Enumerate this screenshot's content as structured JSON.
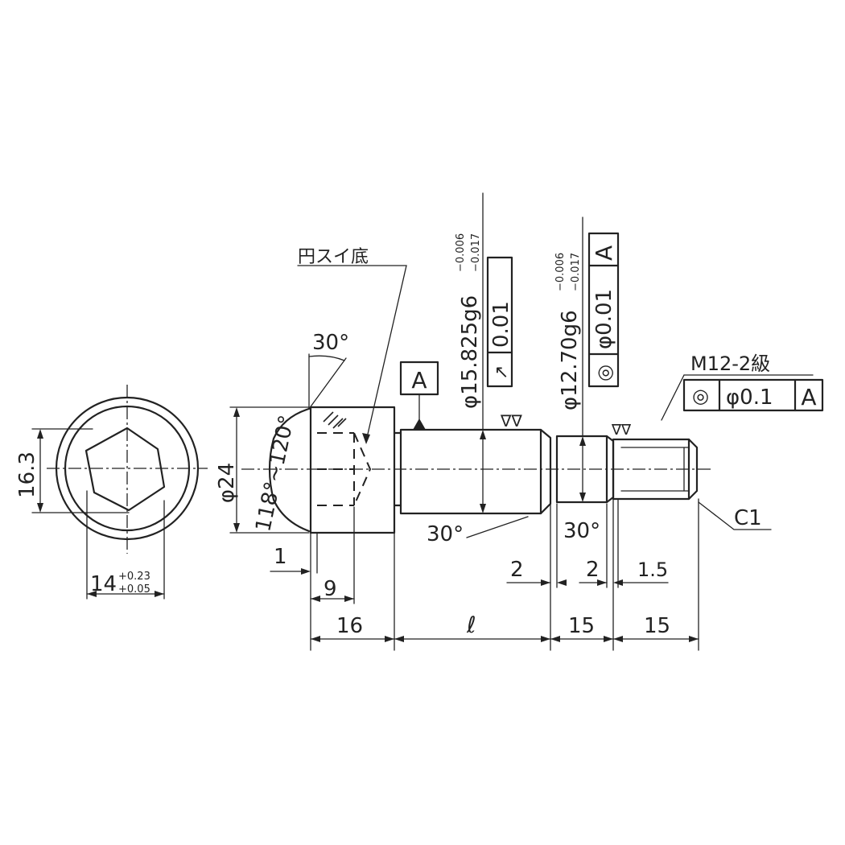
{
  "end_view": {
    "dim_height": "16.3",
    "dim_width_base": "14",
    "dim_width_tol_upper": "+0.23",
    "dim_width_tol_lower": "+0.05"
  },
  "head": {
    "note_counterbore_bottom": "円スイ底",
    "angle_top": "30°",
    "dia_label": "φ24",
    "cone_angle": "118°~120°",
    "dim_1": "1",
    "dim_9": "9",
    "dim_16": "16"
  },
  "shank": {
    "datum_label": "A",
    "diameter_label": "φ15.825g6",
    "tol_upper": "−0.006",
    "tol_lower": "−0.017",
    "runout_symbol": "↗",
    "runout_value": "0.01",
    "finish_mark": "∇∇",
    "chamfer_angle": "30°",
    "length_label": "ℓ",
    "dim_2": "2"
  },
  "neck": {
    "diameter_label": "φ12.70g6",
    "tol_upper": "−0.006",
    "tol_lower": "−0.017",
    "concentricity_symbol": "◎",
    "concentricity_value": "φ0.01",
    "concentricity_datum": "A",
    "chamfer_angle": "30°",
    "dim_2": "2",
    "dim_15": "15"
  },
  "thread": {
    "spec": "M12-2級",
    "concentricity_symbol": "◎",
    "concentricity_value": "φ0.1",
    "concentricity_datum": "A",
    "finish_mark": "∇∇",
    "dim_1_5": "1.5",
    "dim_15": "15",
    "chamfer": "C1"
  }
}
